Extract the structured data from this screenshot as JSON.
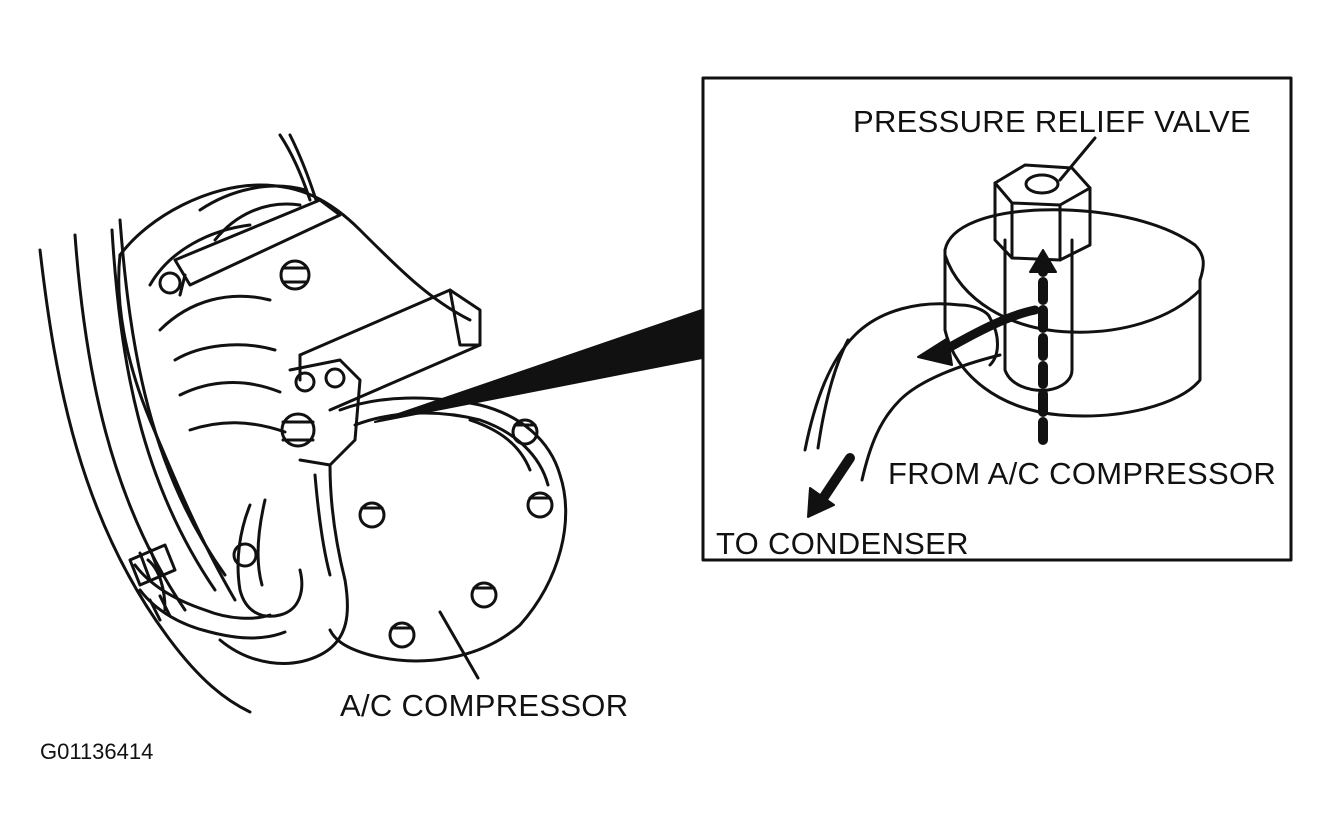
{
  "labels": {
    "pressure_relief_valve": "PRESSURE RELIEF VALVE",
    "from_compressor": "FROM A/C COMPRESSOR",
    "to_condenser": "TO CONDENSER",
    "ac_compressor": "A/C COMPRESSOR",
    "figure_code": "G01136414"
  },
  "colors": {
    "line": "#111111",
    "background": "#ffffff"
  }
}
